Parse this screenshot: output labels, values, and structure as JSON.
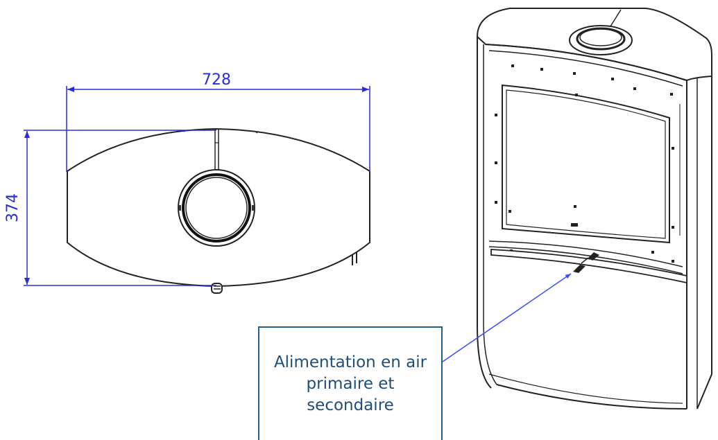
{
  "top_view": {
    "width_dimension": "728",
    "depth_dimension": "374"
  },
  "callout": {
    "label": "Alimentation en air primaire et secondaire"
  },
  "colors": {
    "dimension": "#2b2bd9",
    "callout_border": "#1f5f8f",
    "callout_text": "#1f4e79",
    "leader": "#3a4cff",
    "drawing": "#222222"
  }
}
